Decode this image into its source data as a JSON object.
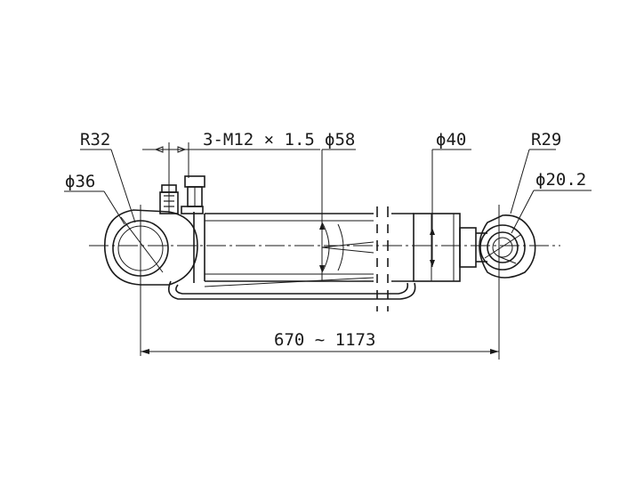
{
  "drawing": {
    "labels": {
      "radius_left": "R32",
      "bore_left": "ϕ36",
      "thread": "3-M12 × 1.5",
      "barrel_diameter": "ϕ58",
      "rod_diameter": "ϕ40",
      "radius_right": "R29",
      "bore_right": "ϕ20.2",
      "length": "670 ~ 1173"
    }
  }
}
